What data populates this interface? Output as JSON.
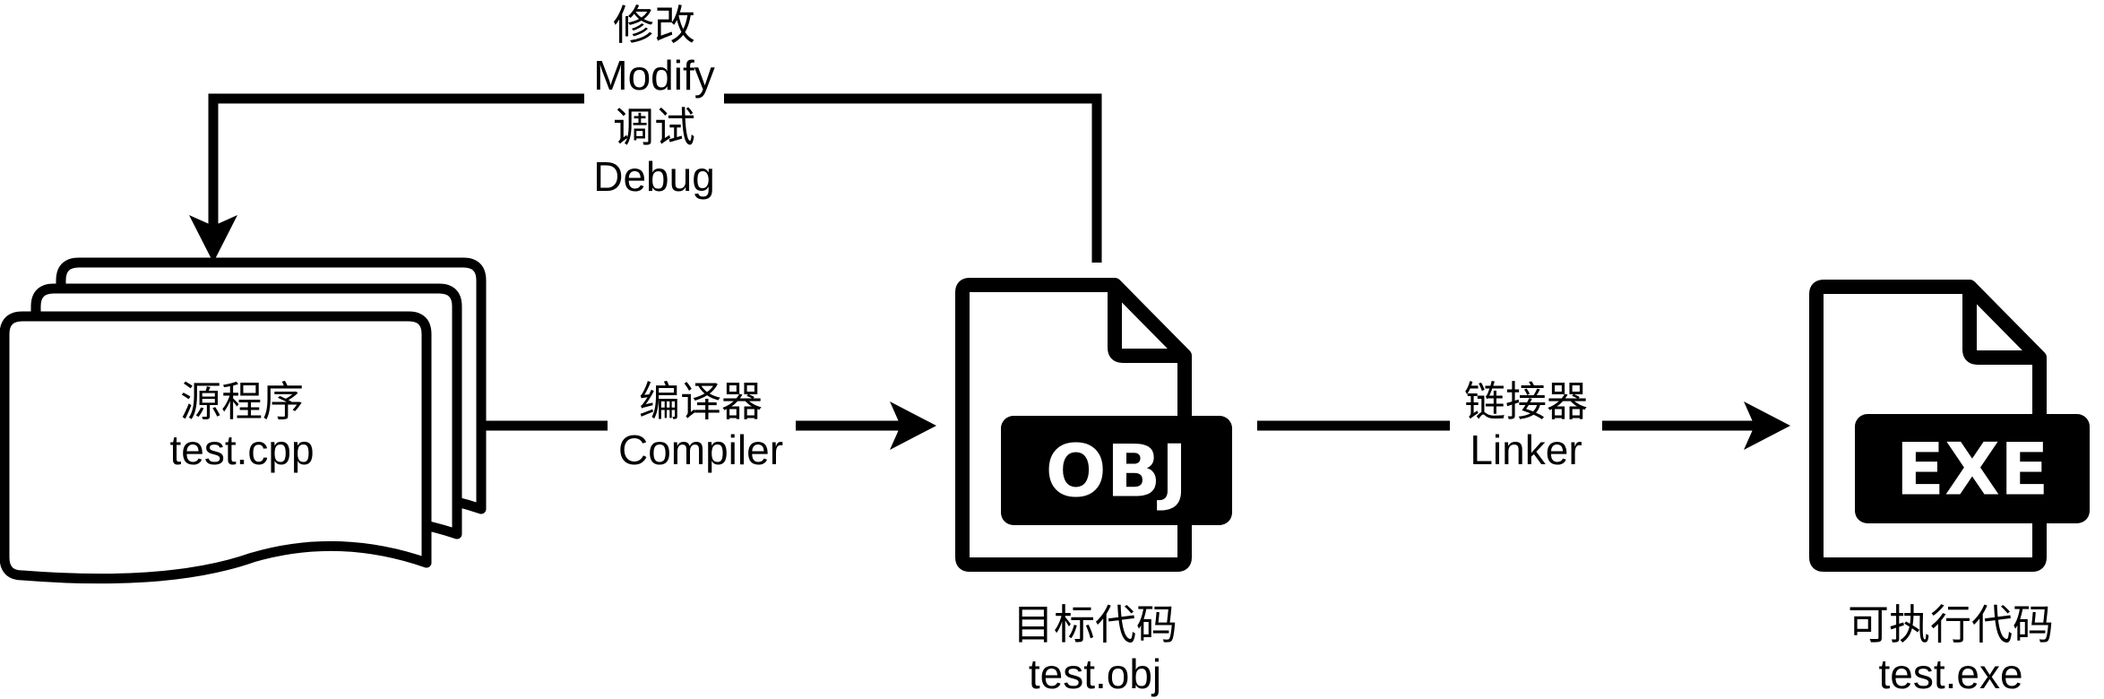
{
  "nodes": {
    "source": {
      "line1": "源程序",
      "line2": "test.cpp"
    },
    "object": {
      "badge": "OBJ",
      "line1": "目标代码",
      "line2": "test.obj"
    },
    "executable": {
      "badge": "EXE",
      "line1": "可执行代码",
      "line2": "test.exe"
    }
  },
  "edges": {
    "compile": {
      "line1": "编译器",
      "line2": "Compiler"
    },
    "link": {
      "line1": "链接器",
      "line2": "Linker"
    },
    "feedback": {
      "line1": "修改",
      "line2": "Modify",
      "line3": "调试",
      "line4": "Debug"
    }
  },
  "colors": {
    "stroke": "#000000",
    "background": "#ffffff"
  }
}
